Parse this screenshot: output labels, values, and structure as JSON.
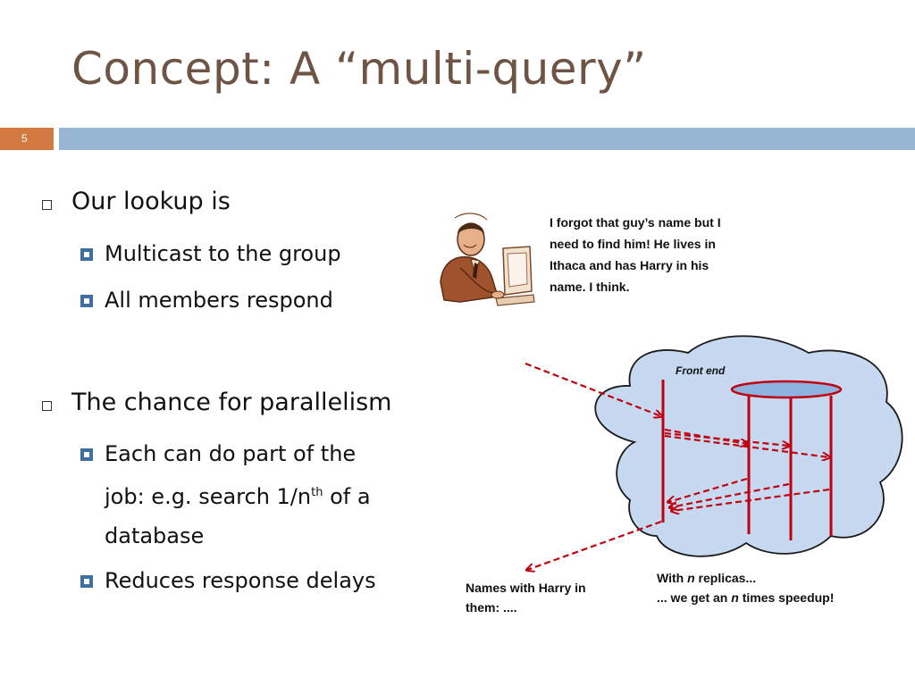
{
  "slide": {
    "title": "Concept: A “multi-query”",
    "number": "5"
  },
  "bullets": {
    "b1": "Our lookup is",
    "b1_sub1": "Multicast to the group",
    "b1_sub2": "All members respond",
    "b2": "The chance for parallelism",
    "b2_sub1_line1": "Each can do part of the",
    "b2_sub1_line2_pre": "job: e.g. search 1/n",
    "b2_sub1_line2_sup": "th",
    "b2_sub1_line2_post": " of a",
    "b2_sub1_line3": "database",
    "b2_sub2": "Reduces response delays"
  },
  "callout": {
    "line1": "I forgot that guy’s name but I",
    "line2": "need to find him!  He lives in",
    "line3": "Ithaca and has Harry in his",
    "line4": "name.  I think."
  },
  "diagram": {
    "front_end_label": "Front end",
    "result_line1": "Names with Harry in",
    "result_line2": "them: ....",
    "speedup_line1_pre": "With ",
    "speedup_line1_n": "n",
    "speedup_line1_post": " replicas...",
    "speedup_line2_pre": "... we get an ",
    "speedup_line2_n": "n",
    "speedup_line2_post": " times speedup!"
  },
  "colors": {
    "title": "#6e5444",
    "slide_number_box": "#d27a42",
    "header_bar": "#97b6d3",
    "sub_bullet": "#3f6ea2",
    "cloud_fill": "#c6d9f0",
    "arrow_red": "#c0000f"
  },
  "icons": {
    "clipart": "person-at-computer-icon"
  }
}
